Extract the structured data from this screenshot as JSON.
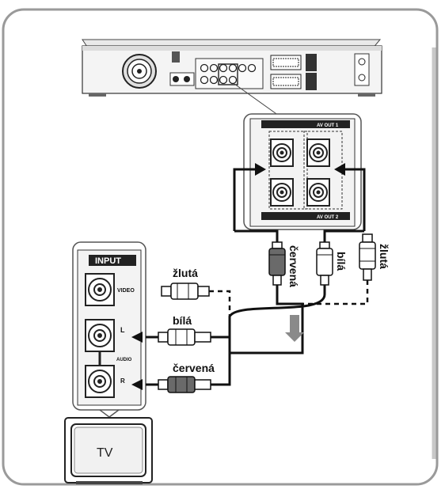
{
  "labels": {
    "panel_top": "AV OUT 1",
    "panel_bottom": "AV OUT 2",
    "input_header": "INPUT",
    "video": "VIDEO",
    "audio": "AUDIO",
    "audio_l": "L",
    "audio_r": "R",
    "tv": "TV"
  },
  "cable_labels": {
    "left_yellow": "žlutá",
    "left_white": "bílá",
    "left_red": "červená",
    "right_red": "červená",
    "right_white": "bílá",
    "right_yellow": "žlutá"
  },
  "colors": {
    "frame_border": "#9a9a9a",
    "yellow_plug": "#ffffff",
    "white_plug": "#ffffff",
    "red_plug": "#6a6a6a",
    "arrow_fill": "#8a8a8a"
  }
}
